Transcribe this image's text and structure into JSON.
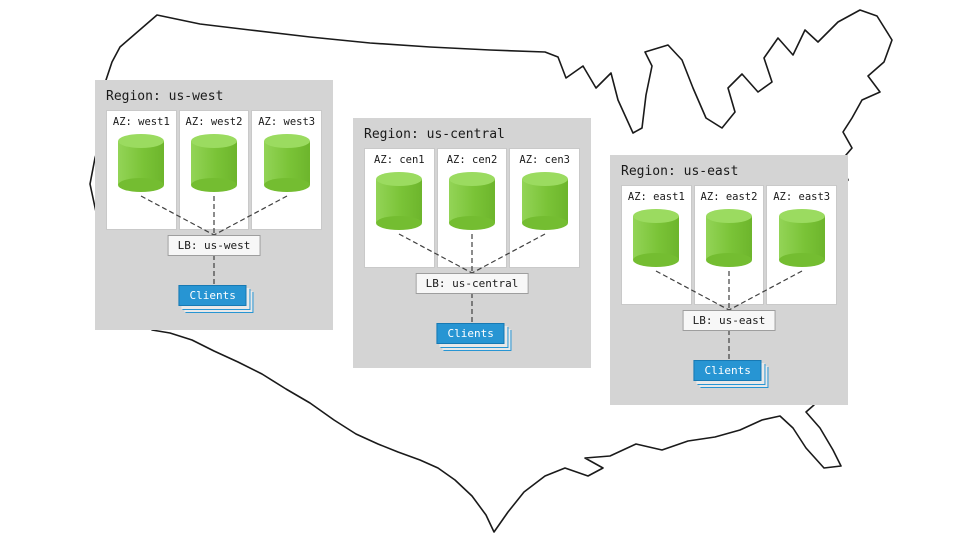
{
  "diagram": {
    "description": "US map with three cloud regions, each containing three availability zones with databases, a load balancer, and clients"
  },
  "regions": [
    {
      "title": "Region: us-west",
      "azs": [
        "AZ: west1",
        "AZ: west2",
        "AZ: west3"
      ],
      "lb": "LB: us-west",
      "clients": "Clients"
    },
    {
      "title": "Region: us-central",
      "azs": [
        "AZ: cen1",
        "AZ: cen2",
        "AZ: cen3"
      ],
      "lb": "LB: us-central",
      "clients": "Clients"
    },
    {
      "title": "Region: us-east",
      "azs": [
        "AZ: east1",
        "AZ: east2",
        "AZ: east3"
      ],
      "lb": "LB: us-east",
      "clients": "Clients"
    }
  ],
  "colors": {
    "region_bg": "#d4d4d4",
    "az_bg": "#ffffff",
    "cylinder_body": "#7ac337",
    "cylinder_top": "#9bdb60",
    "clients_bg": "#2795d3",
    "clients_text": "#ffffff",
    "connector": "#404040",
    "map_outline": "#1a1a1a"
  }
}
